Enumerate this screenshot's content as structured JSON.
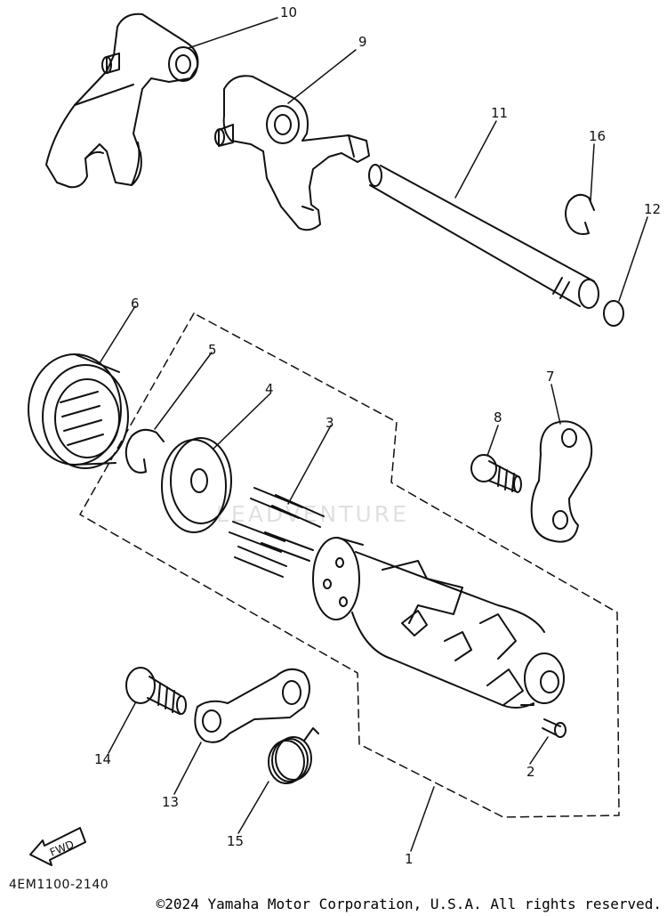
{
  "callouts": [
    "1",
    "2",
    "3",
    "4",
    "5",
    "6",
    "7",
    "8",
    "9",
    "10",
    "11",
    "12",
    "13",
    "14",
    "15",
    "16"
  ],
  "fwd_label": "FWD",
  "diagram_code": "4EM1100-2140",
  "copyright": "©2024 Yamaha Motor Corporation, U.S.A. All rights reserved.",
  "watermark": "LEADVENTURE"
}
